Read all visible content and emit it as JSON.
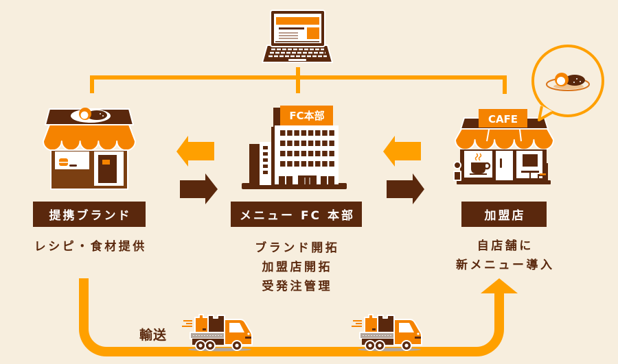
{
  "colors": {
    "background": "#F7EEDE",
    "flow_line": "#FFA000",
    "accent_orange": "#F58300",
    "dark_brown": "#5A280D",
    "mid_brown": "#7B3F12",
    "truck_bed_gray": "#B3A69D"
  },
  "top_icon": "laptop-icon",
  "nodes": [
    {
      "id": "brand",
      "icon": "store-icon",
      "label": "提携ブランド",
      "description": [
        "レシピ・食材提供"
      ]
    },
    {
      "id": "headquarters",
      "icon": "office-building-icon",
      "sign": "FC本部",
      "label": "メニュー FC 本部",
      "description": [
        "ブランド開拓",
        "加盟店開拓",
        "受発注管理"
      ]
    },
    {
      "id": "franchisee",
      "icon": "cafe-icon",
      "sign": "CAFE",
      "label": "加盟店",
      "description": [
        "自店舗に",
        "新メニュー導入"
      ],
      "bubble_icon": "curry-plate-icon"
    }
  ],
  "flows": {
    "between_nodes": [
      "arrow-left-icon",
      "arrow-right-icon"
    ],
    "transport_label": "輸送",
    "transport_icon": "truck-icon"
  }
}
